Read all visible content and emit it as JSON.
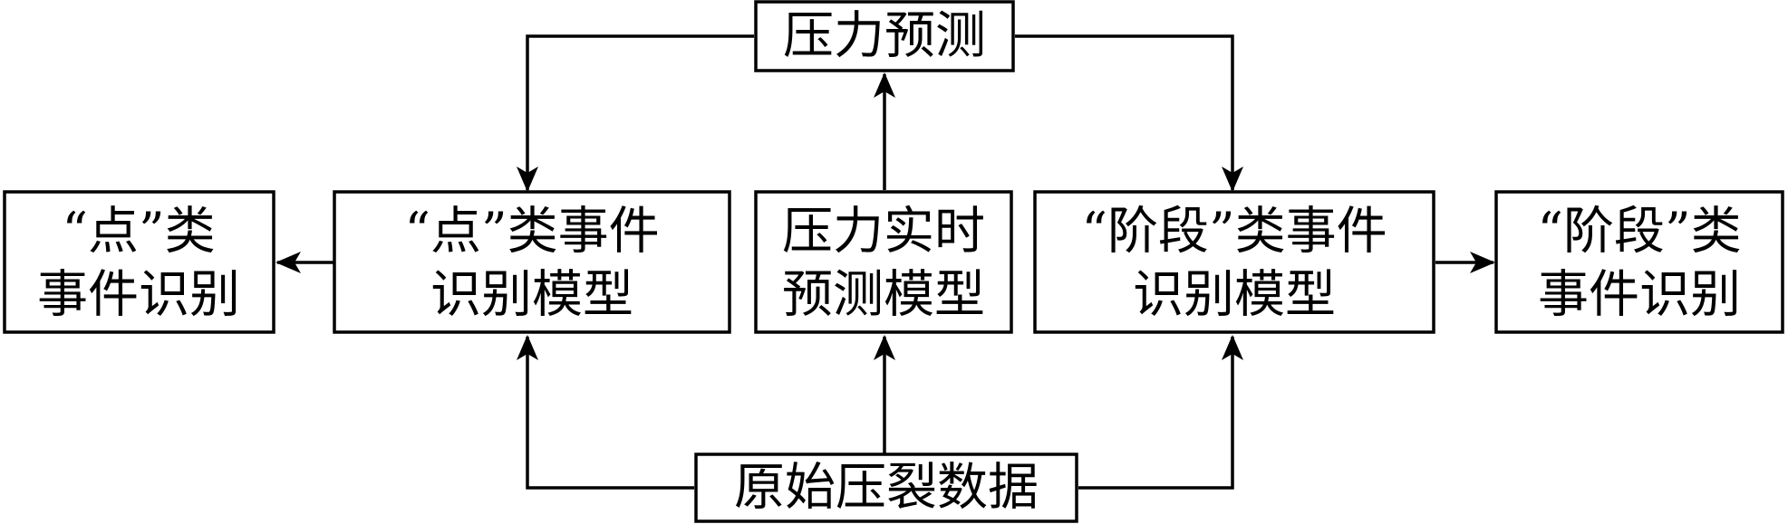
{
  "diagram": {
    "nodes": {
      "pressure_forecast": {
        "label": "压力预测"
      },
      "point_recognition": {
        "lines": [
          "“点”类",
          "事件识别"
        ]
      },
      "point_model": {
        "lines": [
          "“点”类事件",
          "识别模型"
        ]
      },
      "realtime_model": {
        "lines": [
          "压力实时",
          "预测模型"
        ]
      },
      "stage_model": {
        "lines": [
          "“阶段”类事件",
          "识别模型"
        ]
      },
      "stage_recognition": {
        "lines": [
          "“阶段”类",
          "事件识别"
        ]
      },
      "raw_data": {
        "label": "原始压裂数据"
      }
    },
    "colors": {
      "stroke": "#000000",
      "fill": "#ffffff",
      "text": "#000000"
    }
  }
}
